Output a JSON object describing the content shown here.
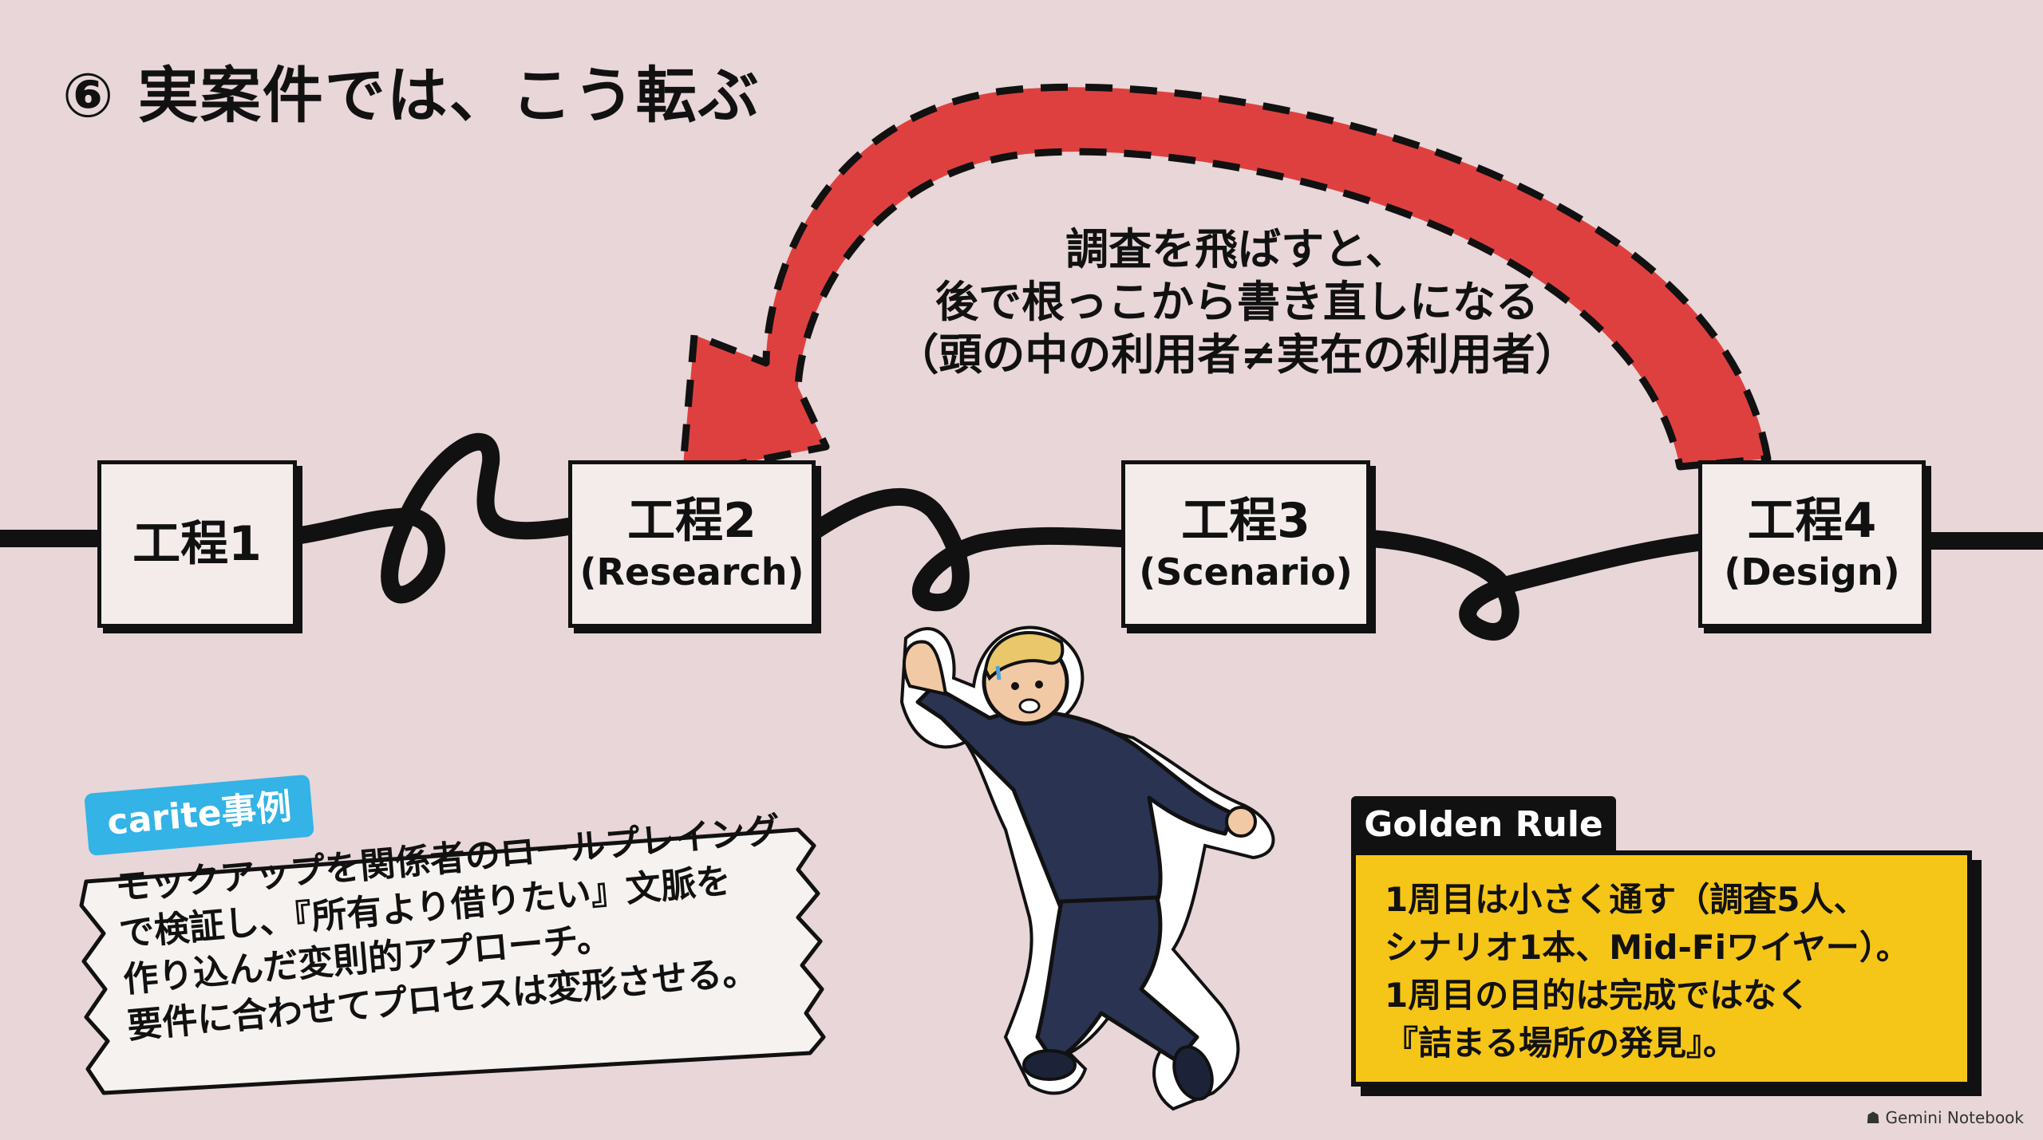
{
  "title": "⑥ 実案件では、こう転ぶ",
  "arc_note": {
    "line1": "調査を飛ばすと、",
    "line2": "後で根っこから書き直しになる",
    "line3": "（頭の中の利用者≠実在の利用者）"
  },
  "steps": [
    {
      "name": "工程1",
      "sub": ""
    },
    {
      "name": "工程2",
      "sub": "(Research)"
    },
    {
      "name": "工程3",
      "sub": "(Scenario)"
    },
    {
      "name": "工程4",
      "sub": "(Design)"
    }
  ],
  "case_study": {
    "tag": "carite事例",
    "lines": [
      "モックアップを関係者のロールプレイング",
      "で検証し、『所有より借りたい』文脈を",
      "作り込んだ変則的アプローチ。",
      "要件に合わせてプロセスは変形させる。"
    ]
  },
  "golden_rule": {
    "tag": "Golden Rule",
    "lines": [
      "1周目は小さく通す（調査5人、",
      "シナリオ1本、Mid-Fiワイヤー）。",
      "1周目の目的は完成ではなく",
      "『詰まる場所の発見』。"
    ]
  },
  "watermark": "Gemini Notebook",
  "colors": {
    "background": "#e8d6d8",
    "arrow": "#de4040",
    "case_tag": "#33b3e6",
    "golden_rule_box": "#f5c518",
    "ink": "#111111"
  },
  "icons": {
    "character": "stumbling-businessman-illustration",
    "arrow": "curved-return-arrow"
  }
}
